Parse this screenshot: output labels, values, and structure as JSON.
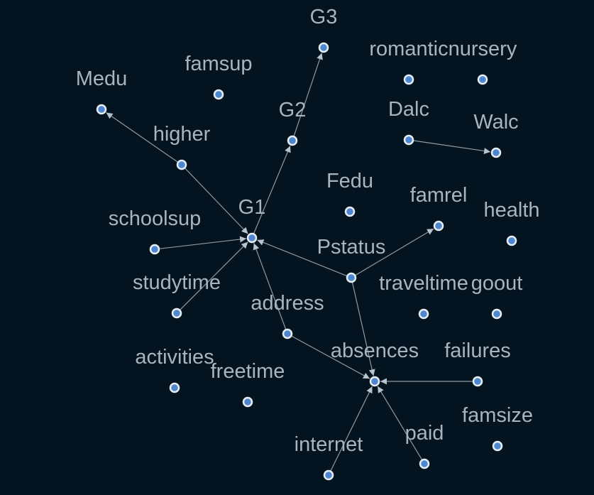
{
  "graph": {
    "colors": {
      "background": "#03131f",
      "node_fill": "#4f86d0",
      "node_stroke": "#e6edf3",
      "edge": "#8e9aa6",
      "label": "#a9b4bd"
    },
    "nodes": [
      {
        "id": "G3",
        "label": "G3"
      },
      {
        "id": "romantic",
        "label": "romantic"
      },
      {
        "id": "nursery",
        "label": "nursery"
      },
      {
        "id": "Medu",
        "label": "Medu"
      },
      {
        "id": "famsup",
        "label": "famsup"
      },
      {
        "id": "G2",
        "label": "G2"
      },
      {
        "id": "Dalc",
        "label": "Dalc"
      },
      {
        "id": "Walc",
        "label": "Walc"
      },
      {
        "id": "higher",
        "label": "higher"
      },
      {
        "id": "Fedu",
        "label": "Fedu"
      },
      {
        "id": "famrel",
        "label": "famrel"
      },
      {
        "id": "health",
        "label": "health"
      },
      {
        "id": "G1",
        "label": "G1"
      },
      {
        "id": "schoolsup",
        "label": "schoolsup"
      },
      {
        "id": "Pstatus",
        "label": "Pstatus"
      },
      {
        "id": "studytime",
        "label": "studytime"
      },
      {
        "id": "traveltime",
        "label": "traveltime"
      },
      {
        "id": "goout",
        "label": "goout"
      },
      {
        "id": "address",
        "label": "address"
      },
      {
        "id": "activities",
        "label": "activities"
      },
      {
        "id": "freetime",
        "label": "freetime"
      },
      {
        "id": "absences",
        "label": "absences"
      },
      {
        "id": "failures",
        "label": "failures"
      },
      {
        "id": "famsize",
        "label": "famsize"
      },
      {
        "id": "paid",
        "label": "paid"
      },
      {
        "id": "internet",
        "label": "internet"
      }
    ],
    "edges": [
      {
        "from": "G2",
        "to": "G3"
      },
      {
        "from": "G1",
        "to": "G2"
      },
      {
        "from": "higher",
        "to": "Medu"
      },
      {
        "from": "higher",
        "to": "G1"
      },
      {
        "from": "schoolsup",
        "to": "G1"
      },
      {
        "from": "studytime",
        "to": "G1"
      },
      {
        "from": "address",
        "to": "G1"
      },
      {
        "from": "Pstatus",
        "to": "G1"
      },
      {
        "from": "Dalc",
        "to": "Walc"
      },
      {
        "from": "Pstatus",
        "to": "famrel"
      },
      {
        "from": "Pstatus",
        "to": "absences"
      },
      {
        "from": "address",
        "to": "absences"
      },
      {
        "from": "failures",
        "to": "absences"
      },
      {
        "from": "paid",
        "to": "absences"
      },
      {
        "from": "internet",
        "to": "absences"
      }
    ]
  }
}
